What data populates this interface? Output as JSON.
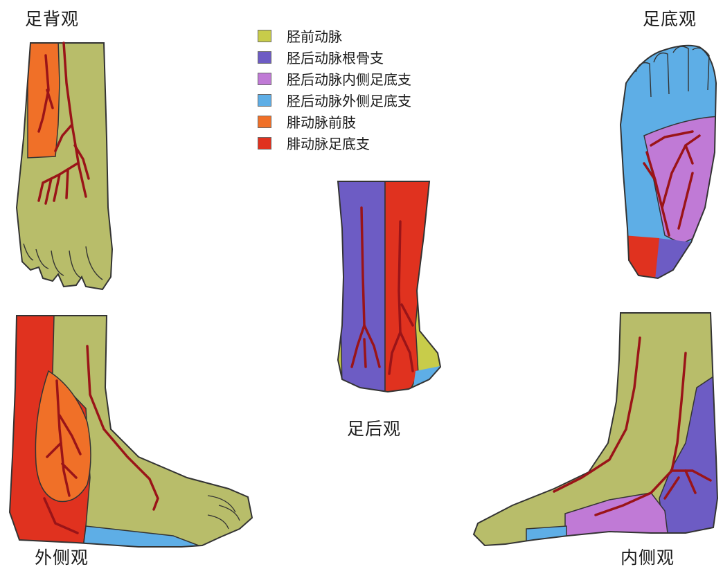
{
  "colors": {
    "anterior_tibial": "#c8cc4a",
    "posterior_tibial_calcaneal": "#6d5cc4",
    "posterior_tibial_medial_plantar": "#c07ad6",
    "posterior_tibial_lateral_plantar": "#5eaee6",
    "peroneal_anterior": "#f07028",
    "peroneal_plantar": "#e0321f",
    "vessel": "#9a1418",
    "outline": "#333333"
  },
  "foot_color": "#b8bd6a",
  "legend": [
    {
      "label": "胫前动脉",
      "color": "#c8cc4a"
    },
    {
      "label": "胫后动脉根骨支",
      "color": "#6d5cc4"
    },
    {
      "label": "胫后动脉内侧足底支",
      "color": "#c07ad6"
    },
    {
      "label": "胫后动脉外侧足底支",
      "color": "#5eaee6"
    },
    {
      "label": "腓动脉前肢",
      "color": "#f07028"
    },
    {
      "label": "腓动脉足底支",
      "color": "#e0321f"
    }
  ],
  "views": {
    "dorsal": "足背观",
    "plantar": "足底观",
    "posterior": "足后观",
    "lateral": "外侧观",
    "medial": "内侧观"
  }
}
